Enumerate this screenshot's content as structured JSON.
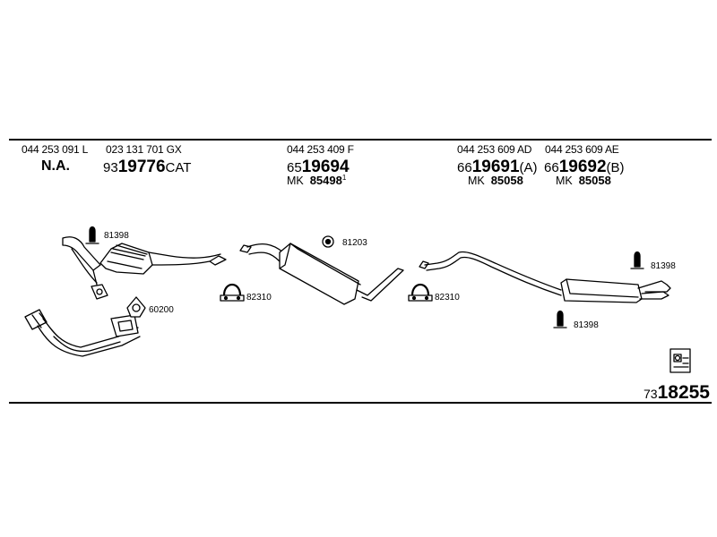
{
  "columns": [
    {
      "part_no": "044 253 091 L",
      "main": "N.A."
    },
    {
      "part_no": "023 131 701 GX",
      "main_prefix": "93",
      "main_number": "19776",
      "main_suffix": "CAT"
    },
    {
      "part_no": "044 253 409 F",
      "main_prefix": "65",
      "main_number": "19694",
      "main_suffix": "",
      "mk_prefix": "MK",
      "mk_number": "85498",
      "mk_sup": "1"
    },
    {
      "part_no": "044 253 609 AD",
      "main_prefix": "66",
      "main_number": "19691",
      "main_suffix": "(A)",
      "mk_prefix": "MK",
      "mk_number": "85058"
    },
    {
      "part_no": "044 253 609 AE",
      "main_prefix": "66",
      "main_number": "19692",
      "main_suffix": "(B)",
      "mk_prefix": "MK",
      "mk_number": "85058"
    }
  ],
  "parts": {
    "bracket_front": "81398",
    "gasket_front": "60200",
    "clamp_1": "82310",
    "bracket_middle": "81203",
    "clamp_2": "82310",
    "bracket_rear_top": "81398",
    "bracket_rear_bottom": "81398"
  },
  "reference": {
    "prefix": "73",
    "number": "18255"
  },
  "logo_icon": "catalog-logo-icon"
}
